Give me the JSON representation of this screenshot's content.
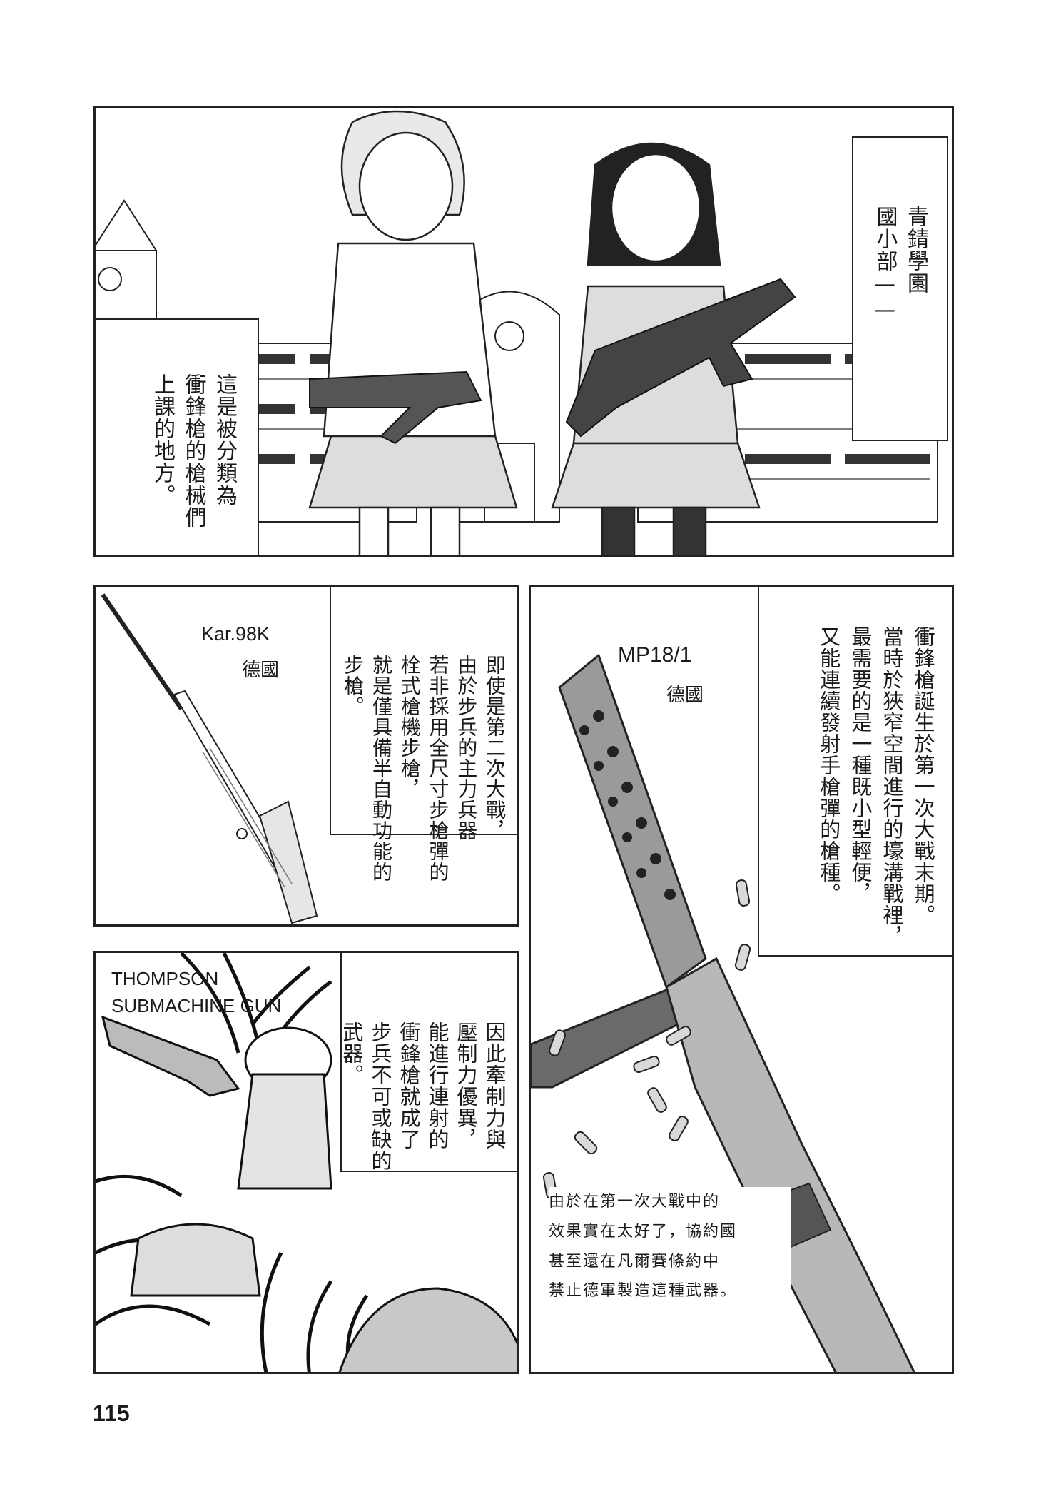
{
  "page": {
    "number": "115"
  },
  "panels": {
    "school": {
      "caption_location": [
        "青錆學園",
        "國小部——"
      ],
      "caption_intro": [
        "這是被分類為",
        "衝鋒槍的槍械們",
        "上課的地方。"
      ]
    },
    "kar98k": {
      "weapon_name": "Kar.98K",
      "country": "德國",
      "caption": [
        "即使是第二次大戰，",
        "由於步兵的主力兵器",
        "若非採用全尺寸步槍彈的",
        "栓式槍機步槍，",
        "就是僅具備半自動功能的",
        "步槍。"
      ]
    },
    "mp18": {
      "weapon_name": "MP18/1",
      "country": "德國",
      "caption_origin": [
        "衝鋒槍誕生於第一次大戰末期。",
        "當時於狹窄空間進行的壕溝戰裡，",
        "最需要的是一種既小型輕便，",
        "又能連續發射手槍彈的槍種。"
      ],
      "caption_ban": [
        "由於在第一次大戰中的",
        "效果實在太好了，協約國",
        "甚至還在凡爾賽條約中",
        "禁止德軍製造這種武器。"
      ]
    },
    "thompson": {
      "weapon_name_line1": "THOMPSON",
      "weapon_name_line2": "SUBMACHINE GUN",
      "caption": [
        "因此牽制力與",
        "壓制力優異，",
        "能進行連射的",
        "衝鋒槍就成了",
        "步兵不可或缺的",
        "武器。"
      ]
    }
  }
}
